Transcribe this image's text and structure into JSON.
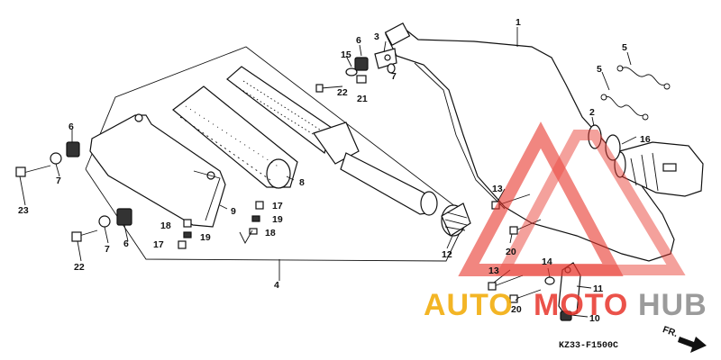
{
  "diagram": {
    "parts": [
      {
        "id": "p1",
        "label": "1"
      },
      {
        "id": "p2",
        "label": "2"
      },
      {
        "id": "p3",
        "label": "3"
      },
      {
        "id": "p4",
        "label": "4"
      },
      {
        "id": "p5a",
        "label": "5"
      },
      {
        "id": "p5b",
        "label": "5"
      },
      {
        "id": "p6a",
        "label": "6"
      },
      {
        "id": "p6b",
        "label": "6"
      },
      {
        "id": "p6c",
        "label": "6"
      },
      {
        "id": "p7a",
        "label": "7"
      },
      {
        "id": "p7b",
        "label": "7"
      },
      {
        "id": "p7c",
        "label": "7"
      },
      {
        "id": "p8",
        "label": "8"
      },
      {
        "id": "p9",
        "label": "9"
      },
      {
        "id": "p10",
        "label": "10"
      },
      {
        "id": "p11",
        "label": "11"
      },
      {
        "id": "p12",
        "label": "12"
      },
      {
        "id": "p13a",
        "label": "13"
      },
      {
        "id": "p13b",
        "label": "13"
      },
      {
        "id": "p14",
        "label": "14"
      },
      {
        "id": "p15",
        "label": "15"
      },
      {
        "id": "p16",
        "label": "16"
      },
      {
        "id": "p17a",
        "label": "17"
      },
      {
        "id": "p17b",
        "label": "17"
      },
      {
        "id": "p18a",
        "label": "18"
      },
      {
        "id": "p18b",
        "label": "18"
      },
      {
        "id": "p19a",
        "label": "19"
      },
      {
        "id": "p19b",
        "label": "19"
      },
      {
        "id": "p20a",
        "label": "20"
      },
      {
        "id": "p20b",
        "label": "20"
      },
      {
        "id": "p21",
        "label": "21"
      },
      {
        "id": "p22a",
        "label": "22"
      },
      {
        "id": "p22b",
        "label": "22"
      },
      {
        "id": "p23",
        "label": "23"
      }
    ],
    "drawing_code": "KZ33-F1500C",
    "direction_label": "FR."
  },
  "watermark": {
    "text_part1": "AUTO",
    "text_part2": "MOTO",
    "text_part3": "HUB",
    "color_orange": "#f2a900",
    "color_red": "#e8352b",
    "color_gray": "#8a8a8a"
  }
}
